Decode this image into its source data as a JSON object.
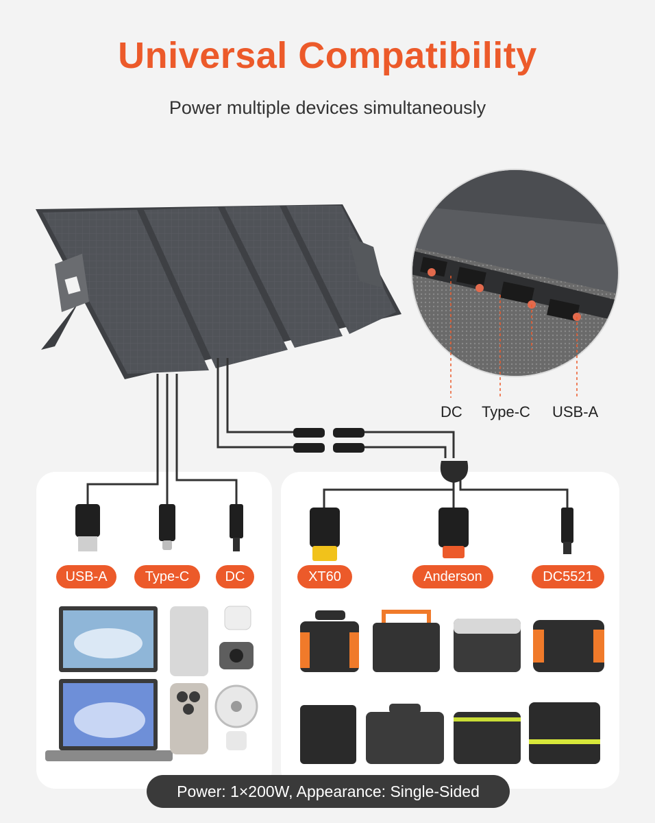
{
  "heading": {
    "title": "Universal Compatibility",
    "subtitle": "Power multiple devices simultaneously"
  },
  "port_callout": {
    "labels": [
      "DC",
      "Type-C",
      "USB-A"
    ]
  },
  "left_connectors": [
    "USB-A",
    "Type-C",
    "DC"
  ],
  "right_connectors": [
    "XT60",
    "Anderson",
    "DC5521"
  ],
  "footer": {
    "spec": "Power: 1×200W, Appearance: Single-Sided"
  },
  "colors": {
    "accent": "#ec5a2a",
    "panel": "#4a4d52",
    "footer_bg": "#3a3a3a"
  }
}
